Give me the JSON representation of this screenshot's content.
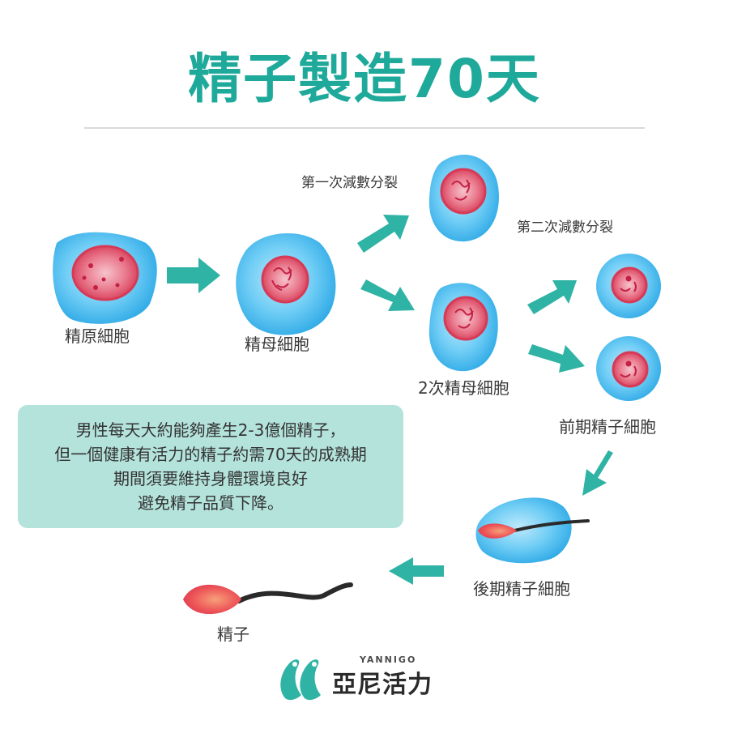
{
  "title": "精子製造70天",
  "colors": {
    "title": "#1ea99a",
    "arrow": "#2fb3a4",
    "cell": "#3fb3ec",
    "cell_glow": "#bfe9fb",
    "nucleus": "#d9415b",
    "nucleus_light": "#f6b9c3",
    "tail": "#2a2a2a",
    "info_bg": "#b4e3dc"
  },
  "stages": {
    "spermatogonia": "精原細胞",
    "primary_spermatocyte": "精母細胞",
    "first_meiosis": "第一次減數分裂",
    "second_meiosis": "第二次減數分裂",
    "secondary_spermatocyte": "2次精母細胞",
    "early_spermatid": "前期精子細胞",
    "late_spermatid": "後期精子細胞",
    "sperm": "精子"
  },
  "info": {
    "lines": [
      "男性每天大約能夠產生2-3億個精子，",
      "但一個健康有活力的精子約需70天的成熟期",
      "期間須要維持身體環境良好",
      "避免精子品質下降。"
    ]
  },
  "brand": {
    "logo_icon": "penguin-pair-logo-icon",
    "name_en": "YANNIGO",
    "name_cn": "亞尼活力"
  }
}
